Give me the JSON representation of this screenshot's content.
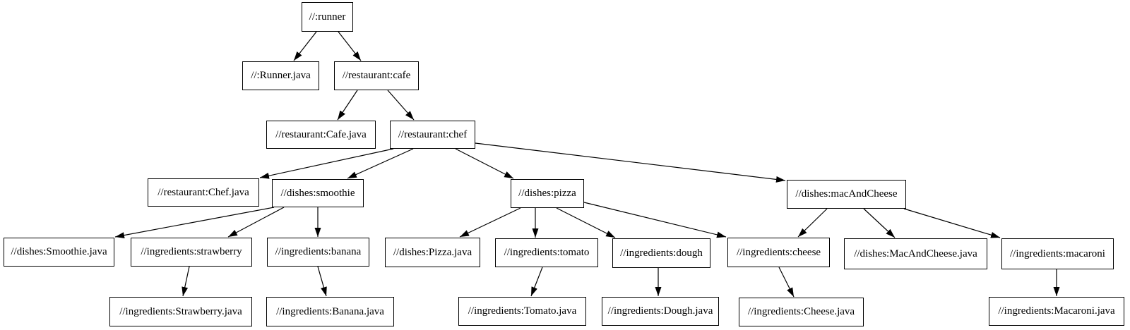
{
  "diagram": {
    "type": "dependency-graph",
    "nodes": [
      {
        "id": "runner",
        "label": "//:runner"
      },
      {
        "id": "runner-java",
        "label": "//:Runner.java"
      },
      {
        "id": "cafe",
        "label": "//restaurant:cafe"
      },
      {
        "id": "cafe-java",
        "label": "//restaurant:Cafe.java"
      },
      {
        "id": "chef",
        "label": "//restaurant:chef"
      },
      {
        "id": "chef-java",
        "label": "//restaurant:Chef.java"
      },
      {
        "id": "smoothie",
        "label": "//dishes:smoothie"
      },
      {
        "id": "pizza",
        "label": "//dishes:pizza"
      },
      {
        "id": "macandcheese",
        "label": "//dishes:macAndCheese"
      },
      {
        "id": "smoothie-java",
        "label": "//dishes:Smoothie.java"
      },
      {
        "id": "strawberry",
        "label": "//ingredients:strawberry"
      },
      {
        "id": "banana",
        "label": "//ingredients:banana"
      },
      {
        "id": "pizza-java",
        "label": "//dishes:Pizza.java"
      },
      {
        "id": "tomato",
        "label": "//ingredients:tomato"
      },
      {
        "id": "dough",
        "label": "//ingredients:dough"
      },
      {
        "id": "cheese",
        "label": "//ingredients:cheese"
      },
      {
        "id": "macandcheese-java",
        "label": "//dishes:MacAndCheese.java"
      },
      {
        "id": "macaroni",
        "label": "//ingredients:macaroni"
      },
      {
        "id": "strawberry-java",
        "label": "//ingredients:Strawberry.java"
      },
      {
        "id": "banana-java",
        "label": "//ingredients:Banana.java"
      },
      {
        "id": "tomato-java",
        "label": "//ingredients:Tomato.java"
      },
      {
        "id": "dough-java",
        "label": "//ingredients:Dough.java"
      },
      {
        "id": "cheese-java",
        "label": "//ingredients:Cheese.java"
      },
      {
        "id": "macaroni-java",
        "label": "//ingredients:Macaroni.java"
      }
    ],
    "edges": [
      {
        "from": "runner",
        "to": "runner-java"
      },
      {
        "from": "runner",
        "to": "cafe"
      },
      {
        "from": "cafe",
        "to": "cafe-java"
      },
      {
        "from": "cafe",
        "to": "chef"
      },
      {
        "from": "chef",
        "to": "chef-java"
      },
      {
        "from": "chef",
        "to": "smoothie"
      },
      {
        "from": "chef",
        "to": "pizza"
      },
      {
        "from": "chef",
        "to": "macandcheese"
      },
      {
        "from": "smoothie",
        "to": "smoothie-java"
      },
      {
        "from": "smoothie",
        "to": "strawberry"
      },
      {
        "from": "smoothie",
        "to": "banana"
      },
      {
        "from": "pizza",
        "to": "pizza-java"
      },
      {
        "from": "pizza",
        "to": "tomato"
      },
      {
        "from": "pizza",
        "to": "dough"
      },
      {
        "from": "pizza",
        "to": "cheese"
      },
      {
        "from": "macandcheese",
        "to": "cheese"
      },
      {
        "from": "macandcheese",
        "to": "macandcheese-java"
      },
      {
        "from": "macandcheese",
        "to": "macaroni"
      },
      {
        "from": "strawberry",
        "to": "strawberry-java"
      },
      {
        "from": "banana",
        "to": "banana-java"
      },
      {
        "from": "tomato",
        "to": "tomato-java"
      },
      {
        "from": "dough",
        "to": "dough-java"
      },
      {
        "from": "cheese",
        "to": "cheese-java"
      },
      {
        "from": "macaroni",
        "to": "macaroni-java"
      }
    ],
    "colors": {
      "node_fill": "#ffffff",
      "node_border": "#000000",
      "edge": "#000000",
      "text": "#000000",
      "background": "#ffffff"
    }
  }
}
